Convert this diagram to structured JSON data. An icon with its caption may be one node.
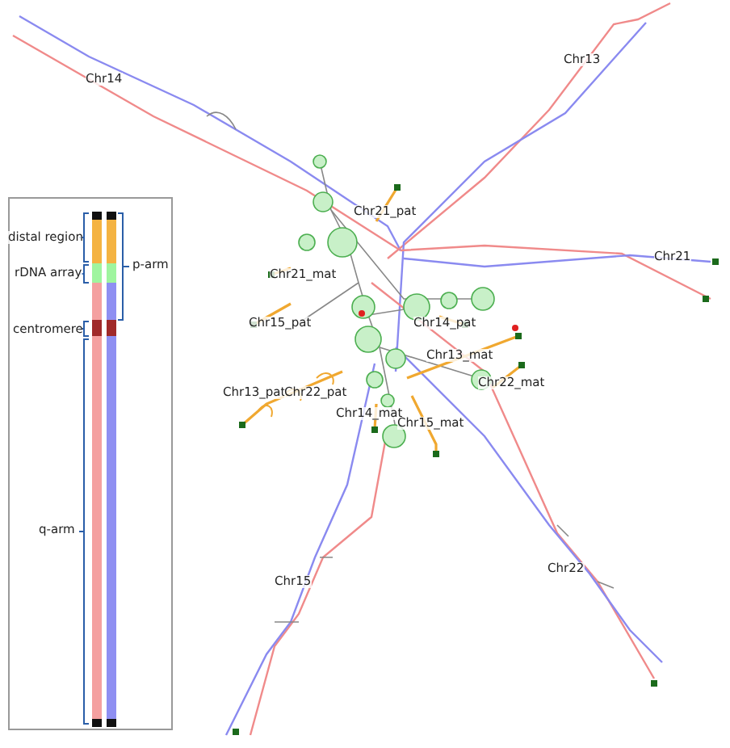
{
  "diagram": {
    "labels": [
      "Chr14",
      "Chr13",
      "Chr21_pat",
      "distal region",
      "rDNA array",
      "p-arm",
      "Chr21",
      "Chr21_mat",
      "Chr15_pat",
      "Chr14_pat",
      "centromere",
      "Chr13_mat",
      "Chr22_mat",
      "Chr13_pat",
      "Chr22_pat",
      "Chr14_mat",
      "Chr15_mat",
      "q-arm",
      "Chr22",
      "Chr15"
    ]
  }
}
